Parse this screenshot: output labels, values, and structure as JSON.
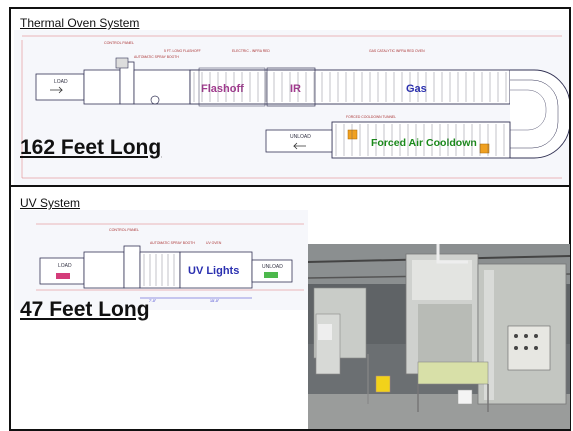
{
  "thermal": {
    "title": "Thermal Oven System",
    "length_label": "162 Feet Long",
    "zones": {
      "flashoff": "Flashoff",
      "ir": "IR",
      "gas": "Gas",
      "cooldown": "Forced Air Cooldown"
    },
    "load": "LOAD",
    "unload": "UNLOAD",
    "notes": {
      "control_panel": "CONTROL PANEL",
      "automatic_spray": "AUTOMATIC SPRAY BOOTH",
      "flashoff_note": "5 FT. LONG FLASHOFF",
      "electric_ir": "ELECTRIC - INFRA RED",
      "gas_note": "GAS CATALYTIC INFRA RED OVEN",
      "forced_cool": "FORCED COOLDOWN TUNNEL"
    }
  },
  "uv": {
    "title": "UV System",
    "length_label": "47 Feet Long",
    "zone": "UV Lights",
    "load": "LOAD",
    "unload": "UNLOAD",
    "notes": {
      "control_panel": "CONTROL PANEL",
      "automatic_spray": "AUTOMATIC SPRAY BOOTH",
      "uv_oven": "UV OVEN",
      "dim_a": "7'-0\"",
      "dim_b": "15'-0\""
    }
  },
  "photo": {
    "subject": "spray-booth-photo"
  }
}
